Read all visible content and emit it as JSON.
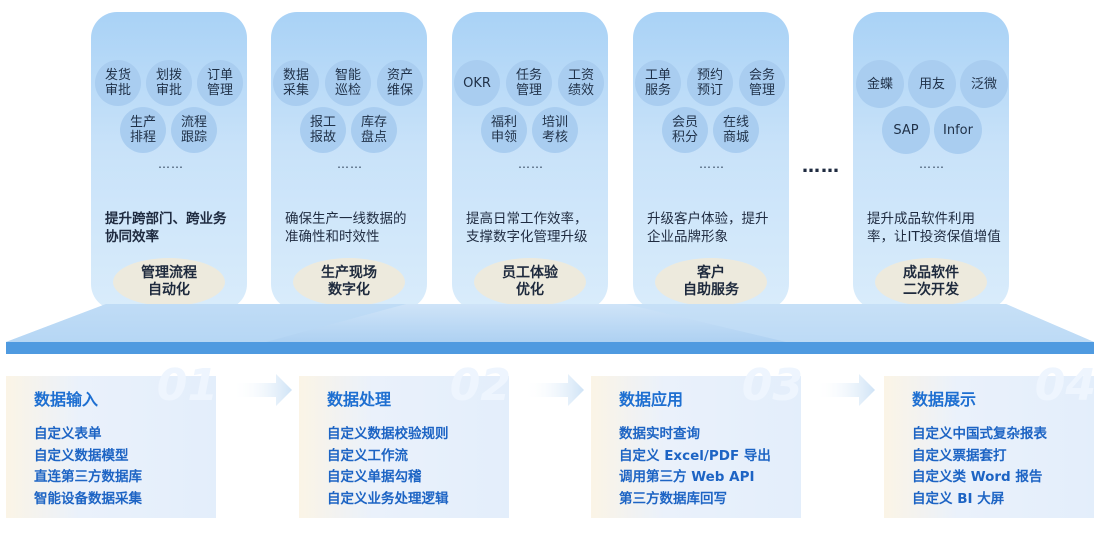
{
  "cards": [
    {
      "bubbles": [
        "发货\n审批",
        "划拨\n审批",
        "订单\n管理",
        "生产\n排程",
        "流程\n跟踪"
      ],
      "dots": "……",
      "desc": "提升跨部门、跨业务协同效率",
      "pill": "管理流程\n自动化"
    },
    {
      "bubbles": [
        "数据\n采集",
        "智能\n巡检",
        "资产\n维保",
        "报工\n报故",
        "库存\n盘点"
      ],
      "dots": "……",
      "desc": "确保生产一线数据的准确性和时效性",
      "pill": "生产现场\n数字化"
    },
    {
      "bubbles": [
        "OKR",
        "任务\n管理",
        "工资\n绩效",
        "福利\n申领",
        "培训\n考核"
      ],
      "dots": "……",
      "desc": "提高日常工作效率，支撑数字化管理升级",
      "pill": "员工体验\n优化"
    },
    {
      "bubbles": [
        "工单\n服务",
        "预约\n预订",
        "会务\n管理",
        "会员\n积分",
        "在线\n商城"
      ],
      "dots": "……",
      "desc": "升级客户体验，提升企业品牌形象",
      "pill": "客户\n自助服务"
    },
    {
      "bubbles": [
        "金蝶",
        "用友",
        "泛微",
        "SAP",
        "Infor"
      ],
      "dots": "……",
      "desc": "提升成品软件利用率，让IT投资保值增值",
      "pill": "成品软件\n二次开发"
    }
  ],
  "middle_dots": "……",
  "steps": [
    {
      "num": "01",
      "title": "数据输入",
      "items": [
        "自定义表单",
        "自定义数据模型",
        "直连第三方数据库",
        "智能设备数据采集"
      ]
    },
    {
      "num": "02",
      "title": "数据处理",
      "items": [
        "自定义数据校验规则",
        "自定义工作流",
        "自定义单据勾稽",
        "自定义业务处理逻辑"
      ]
    },
    {
      "num": "03",
      "title": "数据应用",
      "items": [
        "数据实时查询",
        "自定义 Excel/PDF 导出",
        "调用第三方 Web API",
        "第三方数据库回写"
      ]
    },
    {
      "num": "04",
      "title": "数据展示",
      "items": [
        "自定义中国式复杂报表",
        "自定义票据套打",
        "自定义类 Word 报告",
        "自定义 BI 大屏"
      ]
    }
  ],
  "colors": {
    "card_bg": "#c8e2f9",
    "bubble": "#a9cdf0",
    "pill": "#edeadd",
    "bar": "#4f9ae0",
    "step_text": "#1d64c4"
  }
}
